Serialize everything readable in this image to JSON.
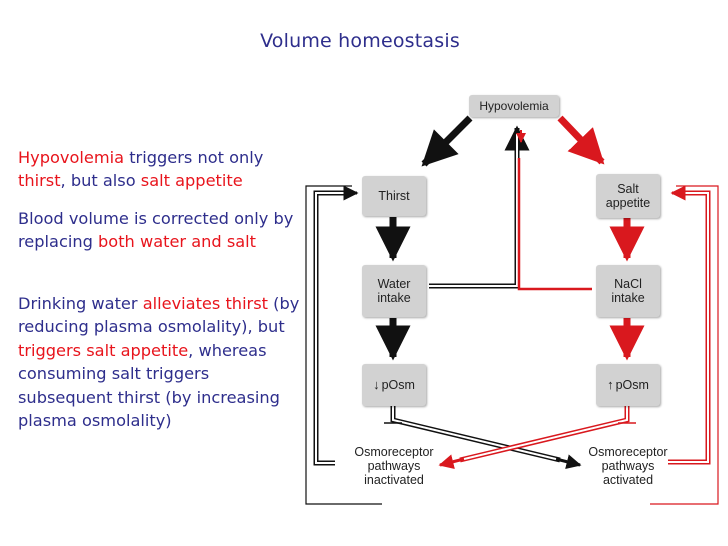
{
  "title": "Volume homeostasis",
  "text": {
    "p1": {
      "a": "Hypovolemia",
      "b": " triggers not only ",
      "c": "thirst",
      "d": ", but also ",
      "e": "salt appetite"
    },
    "p2": {
      "a": "Blood volume is corrected only by replacing ",
      "b": "both water and salt"
    },
    "p3": {
      "a": "Drinking water ",
      "b": "alleviates thirst",
      "c": " (by reducing plasma osmolality), but ",
      "d": "triggers salt appetite",
      "e": ", whereas consuming salt triggers subsequent thirst (by increasing plasma osmolality)"
    }
  },
  "diagram": {
    "hypovolemia": "Hypovolemia",
    "thirst": "Thirst",
    "water_intake": {
      "line1": "Water",
      "line2": "intake"
    },
    "p_osm_down": "pOsm",
    "osmo_inactivated": {
      "line1": "Osmoreceptor",
      "line2": "pathways",
      "line3": "inactivated"
    },
    "salt_appetite": {
      "line1": "Salt",
      "line2": "appetite"
    },
    "nacl_intake": {
      "line1": "NaCl",
      "line2": "intake"
    },
    "p_osm_up": "pOsm",
    "osmo_activated": {
      "line1": "Osmoreceptor",
      "line2": "pathways",
      "line3": "activated"
    }
  },
  "colors": {
    "text_blue": "#2e2e8c",
    "highlight_red": "#e8141c",
    "arrow_red": "#d9181e",
    "box_gray": "#d2d2d2"
  }
}
